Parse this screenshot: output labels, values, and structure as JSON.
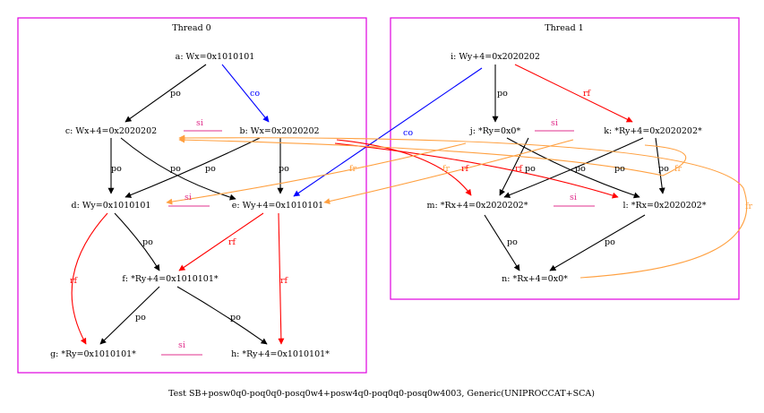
{
  "colors": {
    "po": "#000000",
    "co": "#0000ff",
    "rf": "#ff0000",
    "fr": "#ffa040",
    "si": "#e0308c",
    "cluster": "#e000e0"
  },
  "clusters": {
    "thread0": {
      "title": "Thread 0"
    },
    "thread1": {
      "title": "Thread 1"
    }
  },
  "nodes": {
    "a": {
      "label": "a: Wx=0x1010101"
    },
    "b": {
      "label": "b: Wx=0x2020202"
    },
    "c": {
      "label": "c: Wx+4=0x2020202"
    },
    "d": {
      "label": "d: Wy=0x1010101"
    },
    "e": {
      "label": "e: Wy+4=0x1010101"
    },
    "f": {
      "label": "f: *Ry+4=0x1010101*"
    },
    "g": {
      "label": "g: *Ry=0x1010101*"
    },
    "h": {
      "label": "h: *Ry+4=0x1010101*"
    },
    "i": {
      "label": "i: Wy+4=0x2020202"
    },
    "j": {
      "label": "j: *Ry=0x0*"
    },
    "k": {
      "label": "k: *Ry+4=0x2020202*"
    },
    "l": {
      "label": "l: *Rx=0x2020202*"
    },
    "m": {
      "label": "m: *Rx+4=0x2020202*"
    },
    "n": {
      "label": "n: *Rx+4=0x0*"
    }
  },
  "edge_labels": {
    "po": "po",
    "co": "co",
    "rf": "rf",
    "fr": "fr",
    "si": "si"
  },
  "caption": "Test SB+posw0q0-poq0q0-posq0w4+posw4q0-poq0q0-posq0w4003, Generic(UNIPROCCAT+SCA)"
}
